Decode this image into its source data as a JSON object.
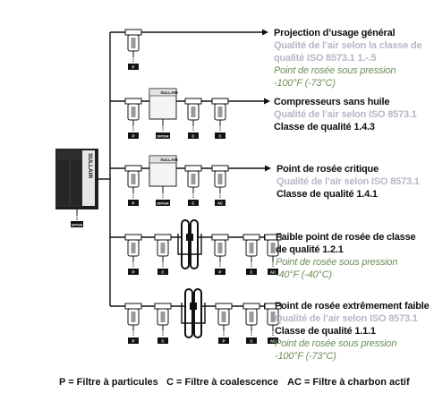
{
  "compressor": {
    "brand": "SULLAIR",
    "tag": "DRYER"
  },
  "rows": [
    {
      "filters": [
        {
          "type": "filter",
          "label": "P"
        }
      ],
      "texts": [
        {
          "style": "bold",
          "text": "Projection d’usage général"
        },
        {
          "style": "gray",
          "text": "Qualité de l’air selon la classe de"
        },
        {
          "style": "gray",
          "text": "qualité ISO 8573.1 1.-.5"
        },
        {
          "style": "green",
          "text": "Point de rosée sous pression"
        },
        {
          "style": "green",
          "text": "-100°F (-73°C)"
        }
      ]
    },
    {
      "filters": [
        {
          "type": "filter",
          "label": "P"
        },
        {
          "type": "dryer",
          "label": "DRYER",
          "brand": "SULLAIR"
        },
        {
          "type": "filter",
          "label": "C"
        },
        {
          "type": "filter",
          "label": "C"
        }
      ],
      "texts": [
        {
          "style": "bold",
          "text": "Compresseurs sans huile"
        },
        {
          "style": "gray",
          "text": "Qualité de l’air selon ISO 8573.1"
        },
        {
          "style": "bold",
          "text": "Classe de qualité 1.4.3"
        }
      ]
    },
    {
      "filters": [
        {
          "type": "filter",
          "label": "P"
        },
        {
          "type": "dryer",
          "label": "DRYER",
          "brand": "SULLAIR"
        },
        {
          "type": "filter",
          "label": "C"
        },
        {
          "type": "filter",
          "label": "AC"
        }
      ],
      "texts": [
        {
          "style": "bold",
          "text": "Point de rosée critique"
        },
        {
          "style": "gray",
          "text": "Qualité de l’air selon ISO 8573.1"
        },
        {
          "style": "bold",
          "text": "Classe de qualité 1.4.1"
        }
      ]
    },
    {
      "filters": [
        {
          "type": "filter",
          "label": "P"
        },
        {
          "type": "filter",
          "label": "C"
        },
        {
          "type": "desiccant"
        },
        {
          "type": "filter",
          "label": "P"
        },
        {
          "type": "filter",
          "label": "C"
        },
        {
          "type": "filter",
          "label": "AC"
        }
      ],
      "texts": [
        {
          "style": "bold",
          "text": "Faible point de rosée de classe"
        },
        {
          "style": "bold",
          "text": "de qualité 1.2.1"
        },
        {
          "style": "green",
          "text": "Point de rosée sous pression"
        },
        {
          "style": "green",
          "text": "-40°F (-40°C)"
        }
      ]
    },
    {
      "filters": [
        {
          "type": "filter",
          "label": "P"
        },
        {
          "type": "filter",
          "label": "C"
        },
        {
          "type": "desiccant"
        },
        {
          "type": "filter",
          "label": "P"
        },
        {
          "type": "filter",
          "label": "C"
        },
        {
          "type": "filter",
          "label": "AC"
        }
      ],
      "texts": [
        {
          "style": "bold",
          "text": "Point de rosée extrêmement faible"
        },
        {
          "style": "gray",
          "text": "Qualité de l’air selon ISO 8573.1"
        },
        {
          "style": "bold",
          "text": "Classe de qualité 1.1.1"
        },
        {
          "style": "green",
          "text": "Point de rosée sous pression"
        },
        {
          "style": "green",
          "text": "-100°F (-73°C)"
        }
      ]
    }
  ],
  "legend": {
    "p": "P = Filtre à particules",
    "c": "C = Filtre à coalescence",
    "ac": "AC = Filtre à charbon actif"
  }
}
